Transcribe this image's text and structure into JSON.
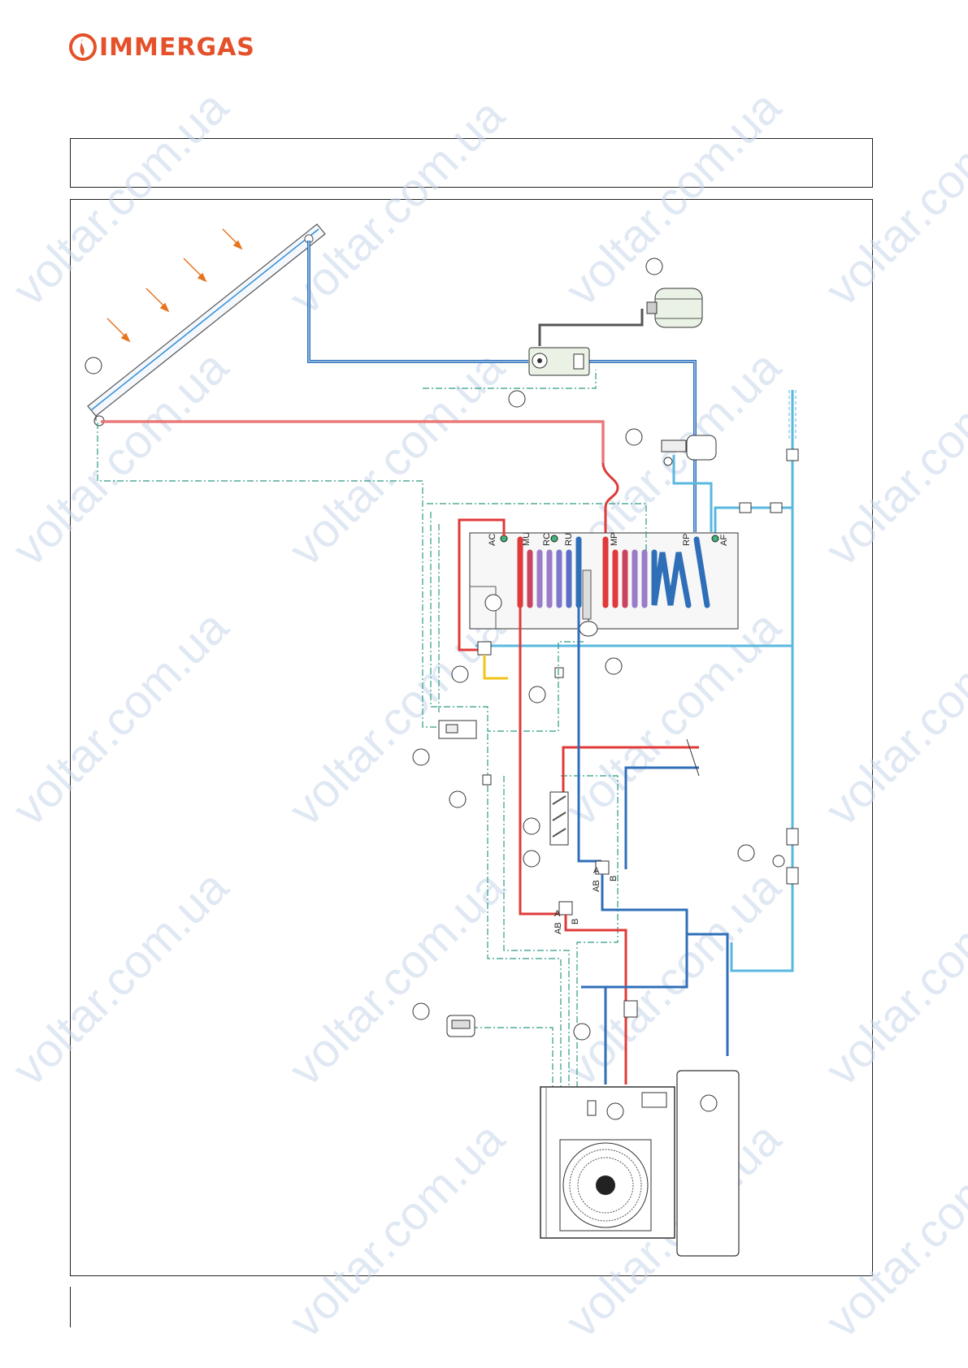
{
  "logo": {
    "brand": "IMMERGAS",
    "color": "#e4512a"
  },
  "watermark": {
    "text": "voltar.com.ua"
  },
  "tank_ports": {
    "ac": "AC",
    "mu": "MU",
    "rc": "RC",
    "ru": "RU",
    "mp": "MP",
    "rp": "RP",
    "af": "AF"
  },
  "valve_ports": {
    "upper_a": "A",
    "upper_ab": "AB",
    "upper_b": "B",
    "lower_a": "A",
    "lower_ab": "AB",
    "lower_b": "B"
  },
  "colors": {
    "hot": "#e03a3a",
    "cold": "#2f6fb8",
    "domestic": "#5ab8df",
    "signal": "#2e9b84",
    "coil_purple": "#9a7cc8",
    "yellow": "#f0c419",
    "arrow": "#e8731e"
  }
}
